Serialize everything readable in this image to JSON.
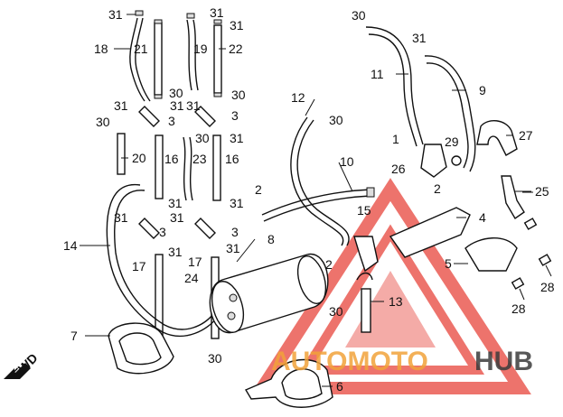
{
  "callouts": [
    {
      "id": "c31a",
      "label": "31"
    },
    {
      "id": "c31b",
      "label": "31"
    },
    {
      "id": "c31c",
      "label": "31"
    },
    {
      "id": "c30a",
      "label": "30"
    },
    {
      "id": "c18",
      "label": "18"
    },
    {
      "id": "c21",
      "label": "21"
    },
    {
      "id": "c19",
      "label": "19"
    },
    {
      "id": "c22",
      "label": "22"
    },
    {
      "id": "c31d",
      "label": "31"
    },
    {
      "id": "c11",
      "label": "11"
    },
    {
      "id": "c9",
      "label": "9"
    },
    {
      "id": "c31e",
      "label": "31"
    },
    {
      "id": "c30b",
      "label": "30"
    },
    {
      "id": "c30c",
      "label": "30"
    },
    {
      "id": "c31f",
      "label": "31"
    },
    {
      "id": "c3a",
      "label": "3"
    },
    {
      "id": "c31g",
      "label": "31"
    },
    {
      "id": "c3b",
      "label": "3"
    },
    {
      "id": "c30d",
      "label": "30"
    },
    {
      "id": "c12",
      "label": "12"
    },
    {
      "id": "c30e",
      "label": "30"
    },
    {
      "id": "c27",
      "label": "27"
    },
    {
      "id": "c1",
      "label": "1"
    },
    {
      "id": "c29",
      "label": "29"
    },
    {
      "id": "c20",
      "label": "20"
    },
    {
      "id": "c30f",
      "label": "30"
    },
    {
      "id": "c31h",
      "label": "31"
    },
    {
      "id": "c16a",
      "label": "16"
    },
    {
      "id": "c23",
      "label": "23"
    },
    {
      "id": "c16b",
      "label": "16"
    },
    {
      "id": "c10",
      "label": "10"
    },
    {
      "id": "c26",
      "label": "26"
    },
    {
      "id": "c2a",
      "label": "2"
    },
    {
      "id": "c2b",
      "label": "2"
    },
    {
      "id": "c25",
      "label": "25"
    },
    {
      "id": "c31i",
      "label": "31"
    },
    {
      "id": "c31j",
      "label": "31"
    },
    {
      "id": "c31k",
      "label": "31"
    },
    {
      "id": "c3c",
      "label": "3"
    },
    {
      "id": "c31l",
      "label": "31"
    },
    {
      "id": "c3d",
      "label": "3"
    },
    {
      "id": "c15",
      "label": "15"
    },
    {
      "id": "c4",
      "label": "4"
    },
    {
      "id": "c14",
      "label": "14"
    },
    {
      "id": "c8",
      "label": "8"
    },
    {
      "id": "c31m",
      "label": "31"
    },
    {
      "id": "c31n",
      "label": "31"
    },
    {
      "id": "c17a",
      "label": "17"
    },
    {
      "id": "c17b",
      "label": "17"
    },
    {
      "id": "c24",
      "label": "24"
    },
    {
      "id": "c2c",
      "label": "2"
    },
    {
      "id": "c5",
      "label": "5"
    },
    {
      "id": "c13",
      "label": "13"
    },
    {
      "id": "c28a",
      "label": "28"
    },
    {
      "id": "c28b",
      "label": "28"
    },
    {
      "id": "c30g",
      "label": "30"
    },
    {
      "id": "c7",
      "label": "7"
    },
    {
      "id": "c30h",
      "label": "30"
    },
    {
      "id": "c6",
      "label": "6"
    }
  ],
  "fwd_label": "FWD",
  "watermark": {
    "text_primary": "AUTOMOTO",
    "text_secondary": "HUB",
    "color_primary": "#f2a33a",
    "color_secondary": "#3b3b3b",
    "color_triangle": "#e8453c"
  }
}
